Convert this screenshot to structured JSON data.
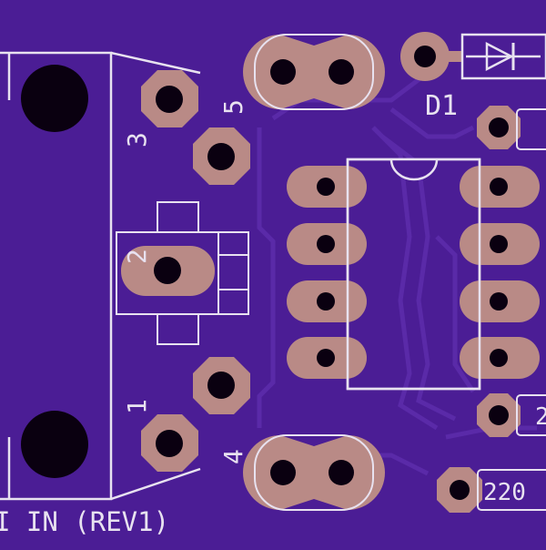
{
  "board": {
    "colors": {
      "substrate": "#4b1d95",
      "trace": "#5a2aa8",
      "pad": "#b98a86",
      "hole": "#0a0010",
      "silkscreen": "#e8e2f0"
    },
    "labels": {
      "pin1": "1",
      "pin2": "2",
      "pin3": "3",
      "pin4": "4",
      "pin5": "5",
      "diode": "D1",
      "resistor_value": "220",
      "resistor_partial": "2",
      "board_title": "I IN (REV1)"
    }
  }
}
